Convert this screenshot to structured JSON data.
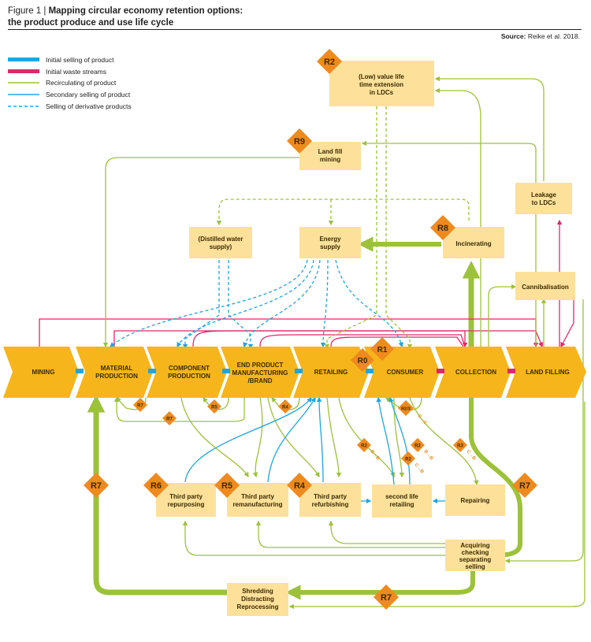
{
  "header": {
    "figure_num": "Figure 1 |",
    "title_line1": "Mapping circular economy retention options:",
    "title_line2": "the product produce and use life cycle",
    "source_label": "Source:",
    "source_text": "Reike et al. 2018."
  },
  "legend": [
    {
      "label": "Initial selling of product",
      "color": "#1ea6dd",
      "style": "thick"
    },
    {
      "label": "Initial waste streams",
      "color": "#e0286a",
      "style": "thick"
    },
    {
      "label": "Recirculating of product",
      "color": "#9cc23a",
      "style": "thin"
    },
    {
      "label": "Secondary selling of product",
      "color": "#1ea6dd",
      "style": "thin"
    },
    {
      "label": "Selling of derivative products",
      "color": "#1ea6dd",
      "style": "dashed"
    }
  ],
  "chain": [
    {
      "label1": "MINING",
      "label2": ""
    },
    {
      "label1": "MATERIAL",
      "label2": "PRODUCTION"
    },
    {
      "label1": "COMPONENT",
      "label2": "PRODUCTION"
    },
    {
      "label1": "END PRODUCT",
      "label2": "MANUFACTURING",
      "label3": "/BRAND"
    },
    {
      "label1": "RETAILING",
      "label2": ""
    },
    {
      "label1": "CONSUMER",
      "label2": ""
    },
    {
      "label1": "COLLECTION",
      "label2": ""
    },
    {
      "label1": "LAND FILLING",
      "label2": ""
    }
  ],
  "boxes": {
    "low_value": [
      "(Low) value life",
      "time extension",
      "in LDCs"
    ],
    "landfill_mining": [
      "Land fill",
      "mining"
    ],
    "leakage": [
      "Leakage",
      "to LDCs"
    ],
    "distilled": [
      "(Distilled water",
      "supply)"
    ],
    "energy": [
      "Energy",
      "supply"
    ],
    "incinerating": [
      "Incinerating"
    ],
    "cannibalisation": [
      "Cannibalisation"
    ],
    "repurposing": [
      "Third party",
      "repurposing"
    ],
    "remanufacturing": [
      "Third party",
      "remanufacturing"
    ],
    "refurbishing": [
      "Third party",
      "refurbishing"
    ],
    "second_life": [
      "second life",
      "retailing"
    ],
    "repairing": [
      "Repairing"
    ],
    "acquiring": [
      "Acquiring",
      "checking",
      "separating",
      "selling"
    ],
    "shredding": [
      "Shredding",
      "Distracting",
      "Reprocessing"
    ]
  },
  "badges": {
    "r2_top": "R2",
    "r9": "R9",
    "r8": "R8",
    "r0": "R0",
    "r1": "R1",
    "r6": "R6",
    "r5_big": "R5",
    "r4_big": "R4",
    "r7_left": "R7",
    "r7_right": "R7",
    "r7_bottom": "R7",
    "r7_small_a": "R7",
    "r7_small_b": "R7",
    "r5_small": "R5",
    "r4_small": "R4",
    "r2_3": "R2/3",
    "r2_b1": "R2",
    "r2_b2": "R2",
    "r2_b3": "R2",
    "r3_small": "R3"
  },
  "transitions": {
    "c_to_c": "C→C",
    "b_to_b": "B→B",
    "b_to_b_2": "B→B",
    "c_to_b": "C→B",
    "c_to_b_2": "C→B"
  },
  "colors": {
    "chain": "#f7b51c",
    "box": "#fde19a",
    "badge": "#ef8a1e",
    "blue": "#1ea6dd",
    "pink": "#e0286a",
    "green": "#9cc23a"
  }
}
